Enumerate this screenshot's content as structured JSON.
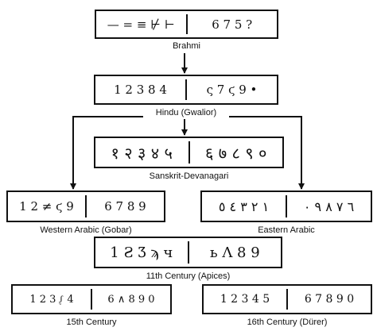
{
  "nodes": {
    "brahmi": {
      "label": "Brahmi",
      "left": "— = ≡ ⊬ ⊢",
      "right": "6 7 5 ?"
    },
    "hindu": {
      "label": "Hindu (Gwalior)",
      "left": "1 2 3 8 4",
      "right": "ς 7 ϛ 9 •"
    },
    "sanskrit": {
      "label": "Sanskrit-Devanagari",
      "left": "१ २ ३ ४ ५",
      "right": "६ ७ ८ ९ ०"
    },
    "western": {
      "label": "Western Arabic (Gobar)",
      "left": "1 2 ≠ ϛ 9",
      "right": "6 7 8 9"
    },
    "eastern": {
      "label": "Eastern Arabic",
      "left": "١ ٢ ٣ ٤ ٥",
      "right": "٦ ٧ ٨ ٩ ٠"
    },
    "apices": {
      "label": "11th Century (Apices)",
      "left": "1 Ƨ Ʒ ϡ ч",
      "right": "ь Λ 8 9"
    },
    "c15": {
      "label": "15th Century",
      "left": "1 2 3 ᶘ 4",
      "right": "6 ∧ 8 9 0"
    },
    "c16": {
      "label": "16th Century (Dürer)",
      "left": "1 2 3 4 5",
      "right": "6 7 8 9 0"
    }
  }
}
